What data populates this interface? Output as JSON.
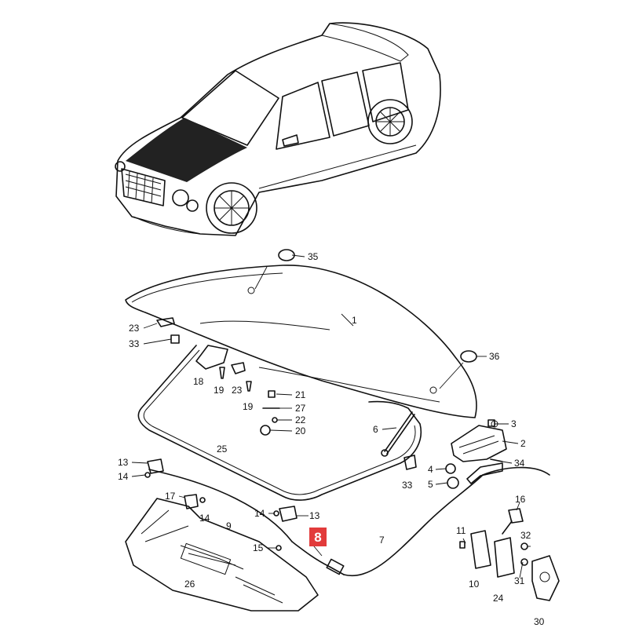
{
  "diagram": {
    "highlight_color": "#e23b3b",
    "line_color": "#111111",
    "highlighted_label": "8",
    "callouts": [
      "35",
      "1",
      "23",
      "33",
      "36",
      "18",
      "19",
      "23",
      "21",
      "27",
      "19",
      "22",
      "20",
      "3",
      "2",
      "6",
      "34",
      "25",
      "13",
      "4",
      "14",
      "33",
      "5",
      "17",
      "14",
      "9",
      "14",
      "13",
      "16",
      "11",
      "7",
      "32",
      "15",
      "26",
      "10",
      "24",
      "31",
      "30"
    ]
  }
}
